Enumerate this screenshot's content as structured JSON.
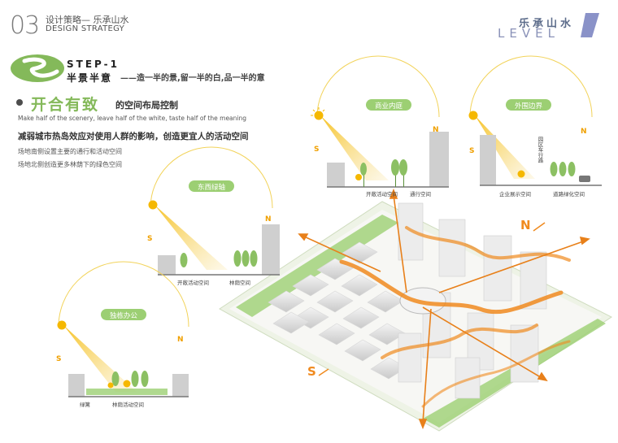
{
  "header": {
    "number": "03",
    "title_cn": "设计策略— 乐承山水",
    "title_en": "DESIGN STRATEGY"
  },
  "brand": {
    "cn": "乐承山水",
    "en": "LEVEL",
    "mark": "1"
  },
  "step": {
    "title": "STEP-1",
    "subtitle": "半景半意",
    "quote": "——造一半的景,留一半的白,品一半的意"
  },
  "section": {
    "title": "开合有致",
    "title_suffix": "的空间布局控制",
    "english": "Make half of the scenery, leave half of the white, taste half of the meaning",
    "desc_bold": "减弱城市热岛效应对使用人群的影响，创造更宜人的活动空间",
    "desc_lines": [
      "场地南侧设置主要的通行和活动空间",
      "场地北侧创造更多林荫下的绿色空间"
    ]
  },
  "diagrams": {
    "commercial": {
      "title": "商业内庭",
      "s": "S",
      "n": "N",
      "labels": [
        "开敞活动空间",
        "通行空间"
      ]
    },
    "perimeter": {
      "title": "外围边界",
      "s": "S",
      "n": "N",
      "vertical": "园区车行路",
      "labels": [
        "企业展示空间",
        "道路绿化空间"
      ]
    },
    "eastwest": {
      "title": "东西绿轴",
      "s": "S",
      "n": "N",
      "labels": [
        "开敞活动空间",
        "林荫空间"
      ]
    },
    "office": {
      "title": "独栋办公",
      "s": "S",
      "n": "N",
      "labels": [
        "绿篱",
        "林荫活动空间"
      ]
    }
  },
  "compass": {
    "north": "N",
    "south": "S"
  },
  "colors": {
    "accent": "#84b95a",
    "sun": "#f5b800",
    "orange": "#f08a1e",
    "arc": "#f2d35a"
  },
  "icons": [
    "leaf-icon",
    "sun-icon",
    "tree-icon",
    "car-icon",
    "person-icon"
  ]
}
